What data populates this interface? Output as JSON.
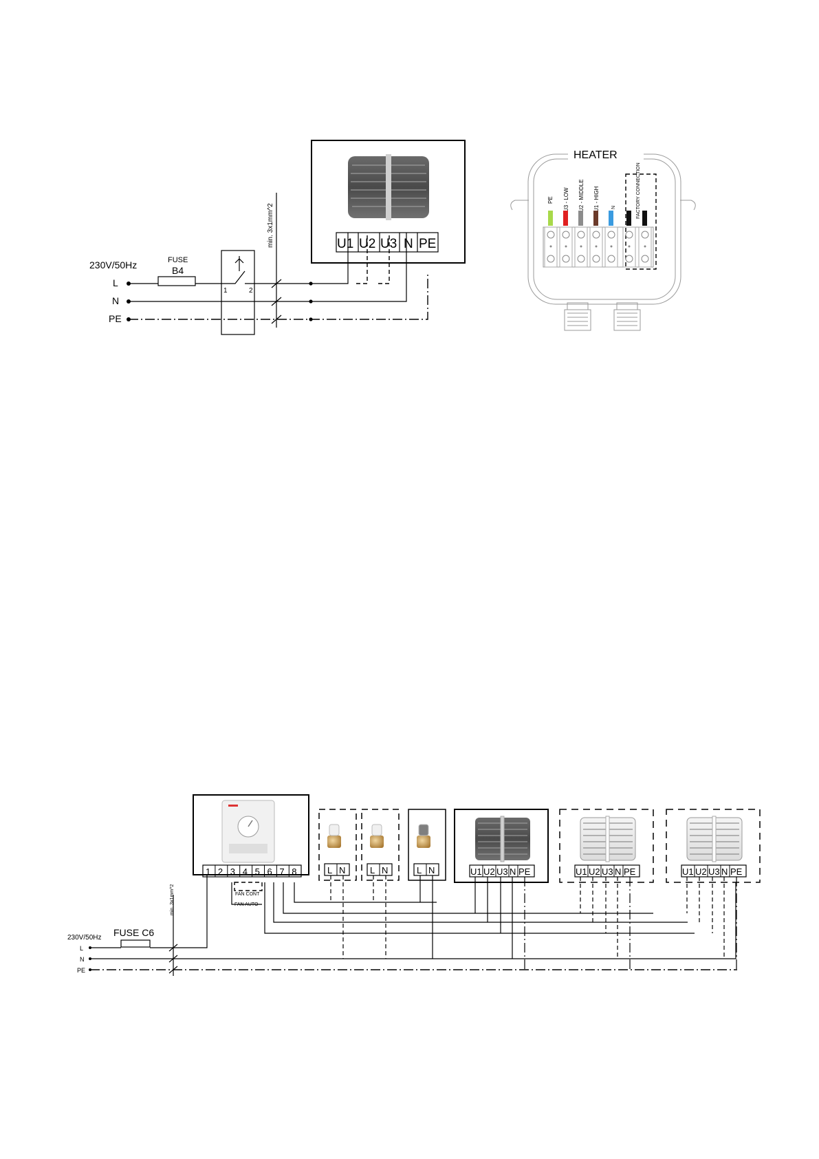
{
  "diagram1": {
    "supply": "230V/50Hz",
    "fuse_label": "FUSE",
    "fuse_rating": "B4",
    "lines": [
      "L",
      "N",
      "PE"
    ],
    "switch_terminals": [
      "1",
      "2"
    ],
    "cable_spec": "min. 3x1mm^2",
    "terminals": [
      "U1",
      "U2",
      "U3",
      "N",
      "PE"
    ]
  },
  "heater_box": {
    "title": "HEATER",
    "wires": [
      {
        "label": "PE",
        "color": "#a8d94a"
      },
      {
        "label": "U3 - LOW",
        "color": "#e02020"
      },
      {
        "label": "U2 - MIDDLE",
        "color": "#8c8c8c"
      },
      {
        "label": "U1 - HIGH",
        "color": "#6b3a2a"
      },
      {
        "label": "N",
        "color": "#3a9be0"
      },
      {
        "label": "",
        "color": "#111111"
      },
      {
        "label": "",
        "color": "#111111"
      }
    ],
    "factory_note": "FACTORY CONNECTION"
  },
  "diagram2": {
    "supply": "230V/50Hz",
    "fuse": "FUSE C6",
    "lines": [
      "L",
      "N",
      "PE"
    ],
    "cable_spec": "min. 3x1mm^2",
    "controller_terminals": [
      "1",
      "2",
      "3",
      "4",
      "5",
      "6",
      "7",
      "8"
    ],
    "fan_cont": "FAN CONT",
    "fan_auto": "FAN AUTO",
    "valve_terminals": [
      "L",
      "N"
    ],
    "heater_terminals": [
      "U1",
      "U2",
      "U3",
      "N",
      "PE"
    ]
  }
}
